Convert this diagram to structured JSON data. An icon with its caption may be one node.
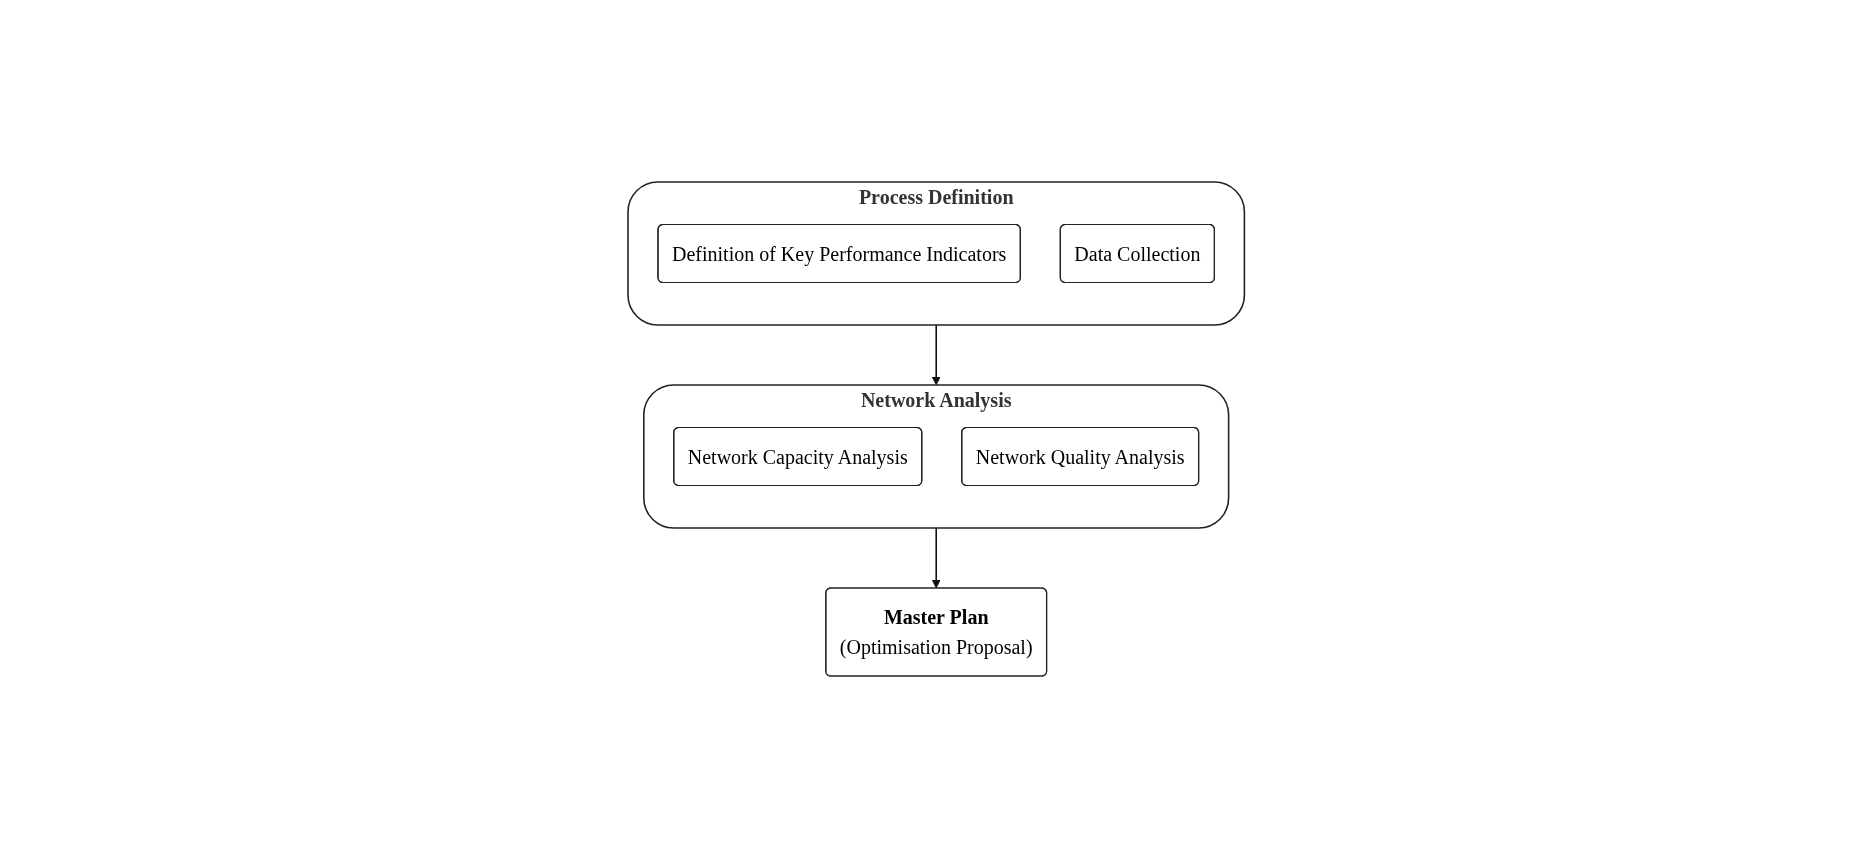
{
  "diagram": {
    "nodes": [
      {
        "text": [
          "Process Definition"
        ]
      },
      {
        "text": [
          "Definition of Key Performance Indicators"
        ],
        "in": 0
      },
      {
        "text": [
          "Data Collection"
        ],
        "in": 0
      },
      {
        "text": [
          "Network Analysis"
        ]
      },
      {
        "text": [
          "Network Capacity Analysis"
        ],
        "in": 3
      },
      {
        "text": [
          "Network Quality Analysis"
        ],
        "in": 3
      },
      {
        "text": [
          "Master Plan",
          "(Optimisation Proposal)"
        ]
      }
    ],
    "edges": [
      {
        "from": 0,
        "to": 3,
        "arrow": "to"
      },
      {
        "from": 3,
        "to": 6,
        "arrow": "to"
      }
    ]
  }
}
